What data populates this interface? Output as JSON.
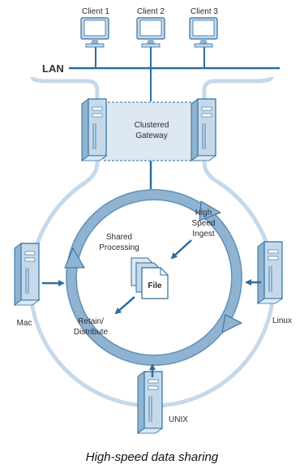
{
  "clients": [
    "Client 1",
    "Client 2",
    "Client 3"
  ],
  "lan_label": "LAN",
  "gateway_label": [
    "Clustered",
    "Gateway"
  ],
  "ingest_label": [
    "High",
    "Speed",
    "Ingest"
  ],
  "processing_label": [
    "Shared",
    "Processing"
  ],
  "file_label": "File",
  "retain_label": [
    "Retain/",
    "Distribute"
  ],
  "platforms": {
    "mac": "Mac",
    "linux": "Linux",
    "unix": "UNIX"
  },
  "caption": "High-speed data sharing",
  "colors": {
    "accent": "#2f6d9e",
    "light": "#c6d9eb",
    "ring": "#8fb3d1",
    "pale": "#dde8f3"
  }
}
